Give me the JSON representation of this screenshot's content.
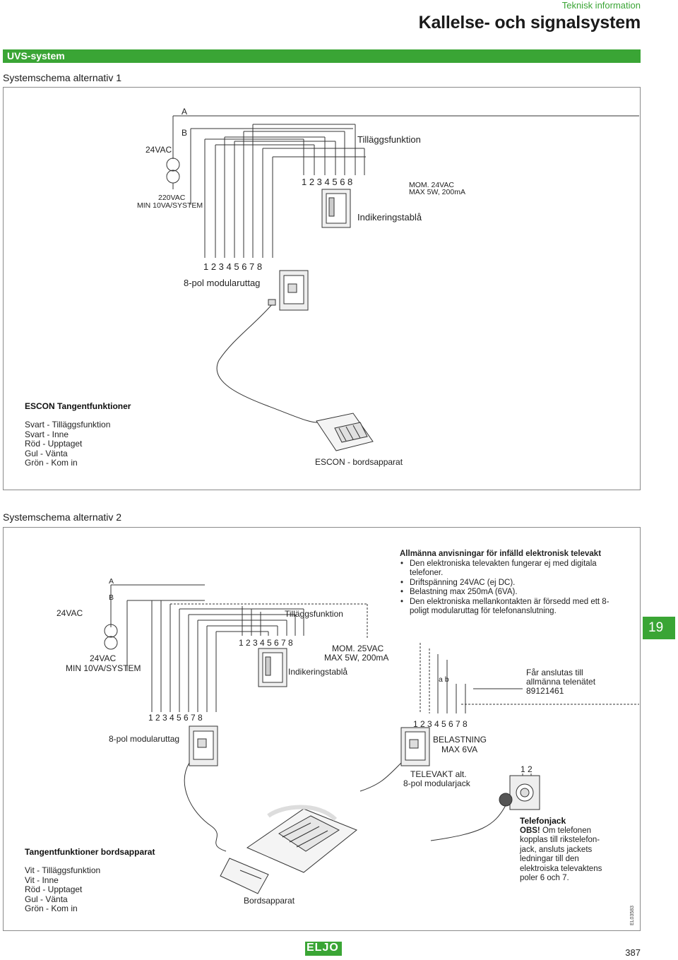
{
  "header": {
    "category": "Teknisk information",
    "title": "Kallelse- och signalsystem"
  },
  "band": {
    "label": "UVS-system"
  },
  "colors": {
    "accent": "#3aa535"
  },
  "section1": {
    "title": "Systemschema alternativ 1",
    "label_a": "A",
    "label_b": "B",
    "label_24vac": "24VAC",
    "label_extra": "Tilläggsfunktion",
    "transformer_1": "220VAC",
    "transformer_2": "MIN 10VA/SYSTEM",
    "panel_numbers": "1 2 3 4 5 6 8",
    "mom_1": "MOM. 24VAC",
    "mom_2": "MAX 5W, 200mA",
    "indicator": "Indikeringstablå",
    "socket_numbers": "1 2 3 4 5 6 7 8",
    "socket": "8-pol modularuttag",
    "func_title": "ESCON Tangentfunktioner",
    "func_list": [
      "Svart - Tilläggsfunktion",
      "Svart - Inne",
      "Röd - Upptaget",
      "Gul - Vänta",
      "Grön - Kom in"
    ],
    "device": "ESCON - bordsapparat"
  },
  "section2": {
    "title": "Systemschema alternativ 2",
    "label_a": "A",
    "label_b": "B",
    "label_24vac": "24VAC",
    "label_extra": "Tilläggsfunktion",
    "transformer_1": "24VAC",
    "transformer_2": "MIN 10VA/SYSTEM",
    "panel_numbers": "1 2 3 4 5 6 7 8",
    "mom_1": "MOM. 25VAC",
    "mom_2": "MAX 5W, 200mA",
    "indicator": "Indikeringstablå",
    "label_ab": "a b",
    "socket_numbers_left": "1 2 3 4 5 6 7 8",
    "socket_left": "8-pol modularuttag",
    "socket_numbers_right": "1 2 3 4 5 6 7 8",
    "load_1": "BELASTNING",
    "load_2": "MAX 6VA",
    "televakt_1": "TELEVAKT alt.",
    "televakt_2": "8-pol modularjack",
    "jack_numbers": "1 2",
    "connect_1": "Får anslutas till",
    "connect_2": "allmänna telenätet",
    "connect_3": "89121461",
    "func_title": "Tangentfunktioner bordsapparat",
    "func_list": [
      "Vit - Tilläggsfunktion",
      "Vit - Inne",
      "Röd - Upptaget",
      "Gul - Vänta",
      "Grön - Kom in"
    ],
    "device": "Bordsapparat",
    "phone_title": "Telefonjack",
    "phone_obs": "OBS!",
    "phone_text_lines": [
      " Om telefonen",
      "kopplas till rikstelefon-",
      "jack, ansluts jackets",
      "ledningar till den",
      "elektroiska televaktens",
      "poler 6 och 7."
    ]
  },
  "notes": {
    "title": "Allmänna anvisningar för infälld elektronisk televakt",
    "items": [
      "Den elektroniska televakten fungerar ej med digitala telefoner.",
      "Driftspänning 24VAC (ej DC).",
      "Belastning max 250mA (6VA).",
      "Den elektroniska mellankontakten är försedd med ett 8-poligt modularuttag för telefonanslutning."
    ]
  },
  "footer": {
    "page_tab": "19",
    "logo": "ELJO",
    "page_number": "387",
    "doc_id": "EL03583"
  }
}
